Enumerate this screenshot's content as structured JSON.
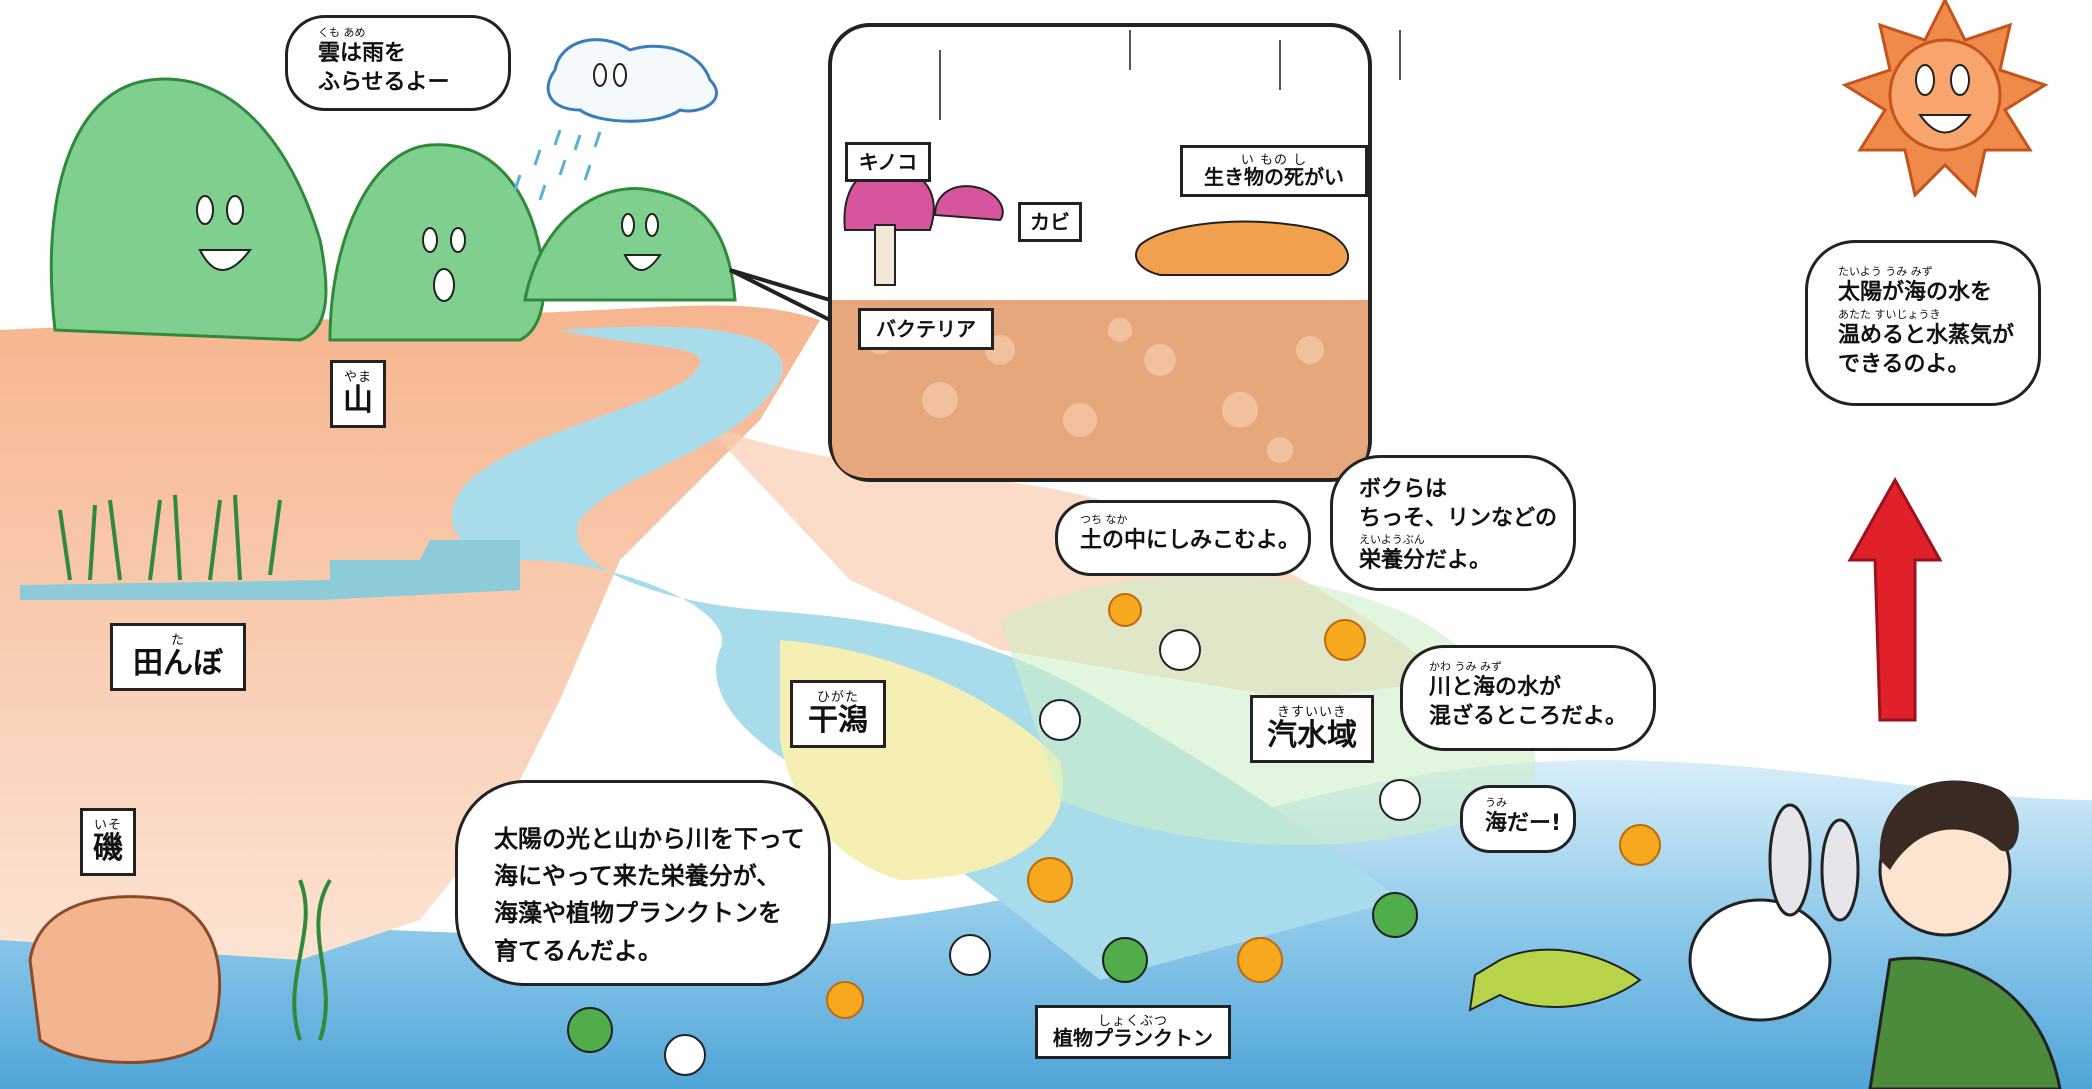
{
  "labels": {
    "yama": {
      "text": "山",
      "ruby": "やま"
    },
    "tanbo": {
      "text": "田んぼ",
      "ruby": "た"
    },
    "iso": {
      "text": "磯",
      "ruby": "いそ"
    },
    "higata": {
      "text": "干潟",
      "ruby": "ひがた"
    },
    "kisuiiki": {
      "text": "汽水域",
      "ruby": "きすいいき"
    },
    "kinoko": {
      "text": "キノコ"
    },
    "kabi": {
      "text": "カビ"
    },
    "bacteria": {
      "text": "バクテリア"
    },
    "shigai": {
      "text": "生き物の死がい",
      "ruby": "い もの し"
    },
    "plankton": {
      "text": "植物プランクトン",
      "ruby": "しょくぶつ"
    }
  },
  "bubbles": {
    "cloud": {
      "lines": [
        "雲は雨を",
        "ふらせるよー"
      ],
      "ruby": "くも あめ"
    },
    "sun": {
      "lines": [
        "太陽が海の水を",
        "温めると水蒸気が",
        "できるのよ。"
      ],
      "ruby_top": "たいよう うみ みず",
      "ruby_mid": "あたた すいじょうき"
    },
    "soil": {
      "lines": [
        "土の中にしみこむよ。"
      ],
      "ruby": "つち なか"
    },
    "nutrients": {
      "lines": [
        "ボクらは",
        "ちっそ、リンなどの",
        "栄養分だよ。"
      ],
      "ruby": "えいようぶん"
    },
    "brackish": {
      "lines": [
        "川と海の水が",
        "混ざるところだよ。"
      ],
      "ruby": "かわ うみ みず"
    },
    "umi": {
      "lines": [
        "海だー!"
      ],
      "ruby": "うみ"
    },
    "main": {
      "lines": [
        "太陽の光と山から川を下って",
        "海にやって来た栄養分が、",
        "海藻や植物プランクトンを",
        "育てるんだよ。"
      ]
    }
  },
  "colors": {
    "sky": "#ffffff",
    "sea": "#6fb8e0",
    "river": "#9fd8e6",
    "land": "#f7c9a8",
    "mountain": "#7fcf8f",
    "sun": "#f08a4b",
    "arrow": "#e0202a",
    "soil": "#e7a77d"
  }
}
